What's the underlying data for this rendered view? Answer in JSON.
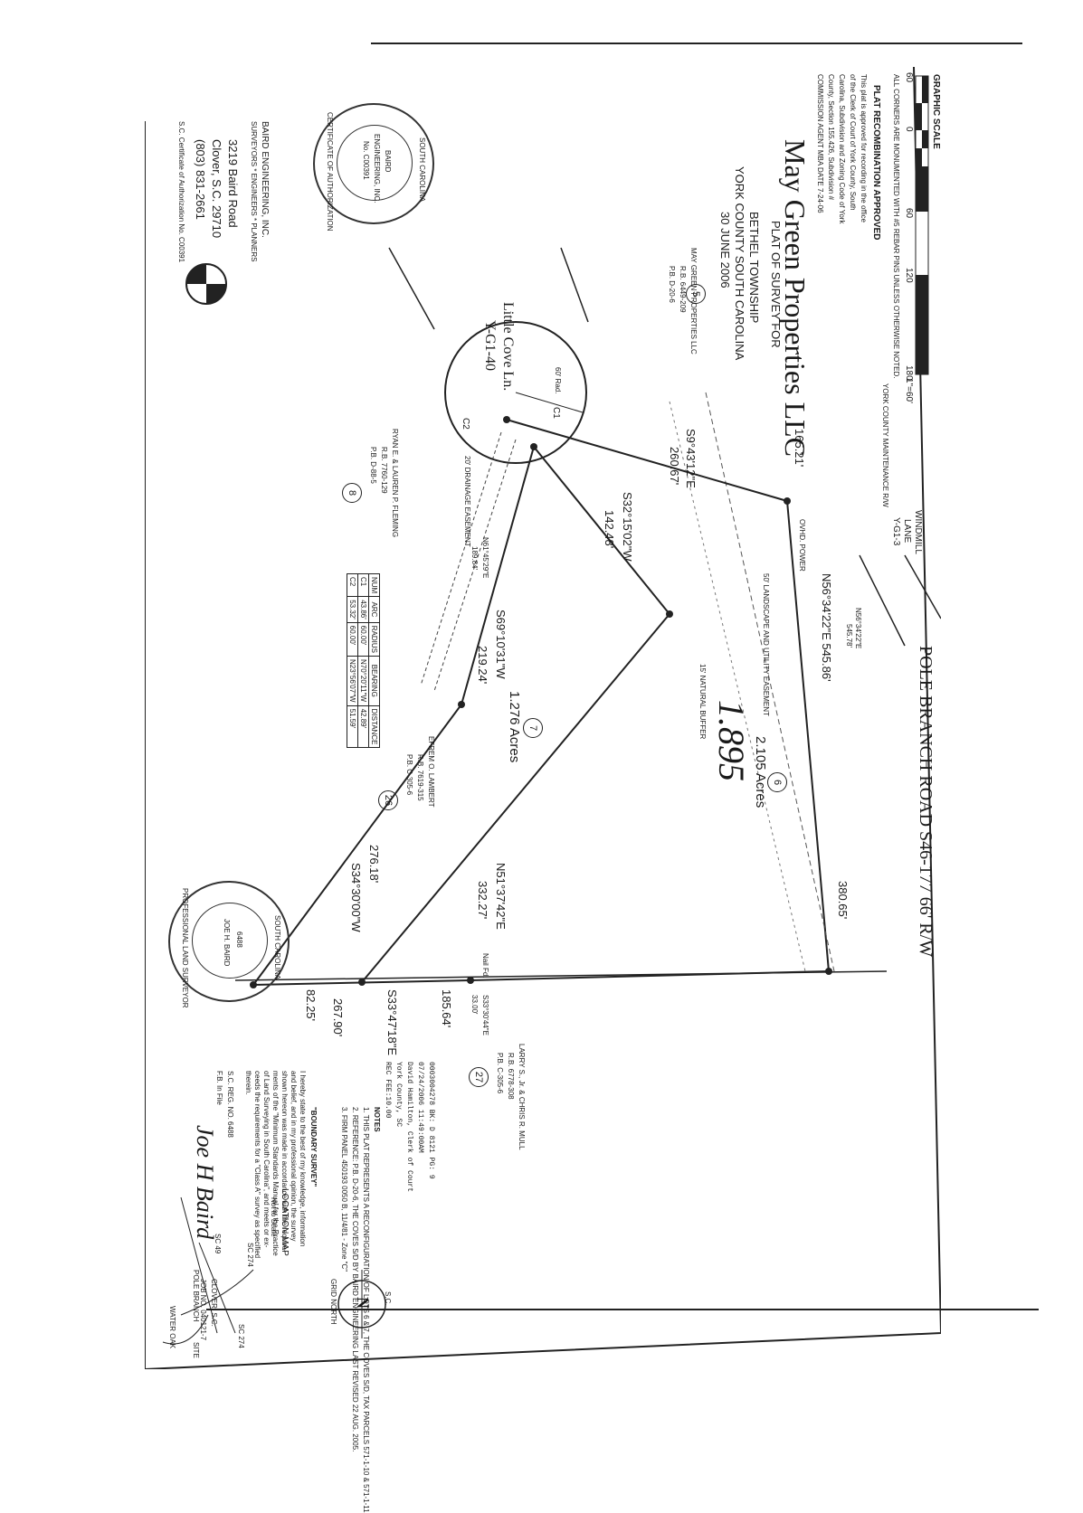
{
  "title": {
    "lead": "PLAT OF SURVEY FOR",
    "owner": "May Green Properties LLC",
    "township": "BETHEL TOWNSHIP",
    "county_state": "YORK COUNTY    SOUTH CAROLINA",
    "date": "30 JUNE 2006"
  },
  "graphic_scale": {
    "heading": "GRAPHIC SCALE",
    "ticks": [
      "60",
      "0",
      "60",
      "120",
      "180"
    ],
    "ratio": "1\"=60'"
  },
  "corners_note": "ALL CORNERS ARE MONUMENTED WITH #5 REBAR PINS UNLESS OTHERWISE NOTED.",
  "approval": {
    "heading": "PLAT RECOMBINATION APPROVED",
    "lines": [
      "This plat is approved for recording in the office",
      "of the Clerk of Court of York County, South",
      "Carolina, Subdivision and Zoning Code of York",
      "County, Section 155.426, Subdivision #",
      "COMMISSION AGENT   MBA   DATE 7-24-06"
    ]
  },
  "roads": {
    "pole_branch": "POLE BRANCH ROAD   S46-177   66' R/W",
    "windmill": [
      "WINDMILL",
      "LANE",
      "Y-G1-3"
    ],
    "york_maint": "YORK COUNTY MAINTENANCE R/W",
    "little_cove": [
      "Little Cove Ln.",
      "Y-G1-40"
    ],
    "cul_de_sac_radius": "60' Rad."
  },
  "easements": {
    "landscape": "50' LANDSCAPE AND UTILITY EASEMENT",
    "buffer": "15' NATURAL BUFFER",
    "ovhd": "OVHD. POWER",
    "drainage": "20' DRAINAGE EASEMENT"
  },
  "bearings": {
    "b1": "S9°43'12\"E",
    "b1_dist": "260.67'",
    "b2": "N56°34'22\"E  545.86'",
    "b2_small": "N56°34'22\"E",
    "b2_small_dist": "545.78'",
    "b2_seg": "165.21'",
    "b2_seg2": "380.65'",
    "b3": "S33°47'18\"E",
    "b3_dist": "267.90'",
    "b3_seg1": "185.64'",
    "b3_seg2": "82.25'",
    "b3_corner": "S33°30'44\"E",
    "b3_corner_dist": "33.00'",
    "nail": "Nail Fd.",
    "b4": "N51°37'42\"E",
    "b4_dist": "332.27'",
    "b5": "S32°15'02\"W",
    "b5_dist": "142.48'",
    "b6": "S34°30'00\"W",
    "b6_dist": "276.18'",
    "b7": "S69°10'31\"W",
    "b7_dist": "219.24'",
    "b8": "N61°45'29\"E",
    "b8_dist": "189.84'",
    "c1": "C1",
    "c2": "C2"
  },
  "lots": {
    "lot6_num": "6",
    "lot6_area": "2.105 Acres",
    "lot6_handwritten": "1.895",
    "lot7_num": "7",
    "lot7_area": "1.276 Acres",
    "lot5_num": "5"
  },
  "owners": {
    "may_green": [
      "MAY GREEN PROPERTIES LLC",
      "R.B. 6449-209",
      "P.B. D-20-6"
    ],
    "fleming": [
      "RYAN E. & LAUREN P. FLEMING",
      "R.B. 7760-129",
      "P.B. D-88-5"
    ],
    "fleming_num": "8",
    "lambert": [
      "EFREM O. LAMBERT",
      "R.B. 7619-315",
      "P.B. C-305-6"
    ],
    "lambert_num": "26",
    "mull": [
      "LARRY S., Jr. & CHRIS R. MULL",
      "R.B. 6778-308",
      "P.B. C-305-6"
    ],
    "mull_num": "27"
  },
  "curve_table": {
    "headers": [
      "NUM",
      "ARC",
      "RADIUS",
      "BEARING",
      "DISTANCE"
    ],
    "rows": [
      [
        "C1",
        "43.86'",
        "60.00'",
        "N70°20'11\"W",
        "42.89'"
      ],
      [
        "C2",
        "53.32'",
        "60.00'",
        "N23°56'07\"W",
        "51.59'"
      ]
    ]
  },
  "recording": [
    "0003004278  BK: D 8121  PG: 9",
    "07/24/2006 11:49:00AM",
    "David Hamilton, Clerk of Court",
    "York County, SC",
    "REC FEE:10.00"
  ],
  "notes": {
    "heading": "NOTES",
    "items": [
      "1. THIS PLAT REPRESENTS A RECONFIGURATION OF LOTS 6 & 7, THE COVES S/D, TAX PARCELS 571-1-10 & 571-1-11",
      "2. REFERENCE: P.B. D-20-6, THE COVES S/D BY BAIRD ENGINEERING LAST REVISED 22 AUG. 2005.",
      "3. FIRM PANEL 450193 0050 B, 11/4/81 - Zone \"C\""
    ]
  },
  "boundary": {
    "heading": "\"BOUNDARY SURVEY\"",
    "lines": [
      "I hereby state to the best of my knowledge, information",
      "and belief, and in my professional opinion, the survey",
      "shown hereon was made in accordance with the require-",
      "ments of the \"Minimum Standards Manual for the Practice",
      "of Land Surveying in South Carolina\", and meets or ex-",
      "ceeds the requirements for a \"Class A\" survey as specified",
      "therein."
    ],
    "reg": "S.C. REG. NO. 6488",
    "fb": "F.B. In File",
    "city": "CLOVER, S.C.",
    "job": "JOB NO. 040121-7"
  },
  "firm": {
    "name": "BAIRD ENGINEERING, INC.",
    "tag": "SURVEYORS * ENGINEERS * PLANNERS",
    "address": "3219 Baird Road",
    "city": "Clover, S.C.  29710",
    "phone": "(803) 831-2661",
    "cert": "S.C. Certificate of Authorization No. C00391"
  },
  "seal_firm": {
    "ring_top": "SOUTH CAROLINA",
    "ring_bottom": "CERTIFICATE OF AUTHORIZATION",
    "center1": "BAIRD",
    "center2": "ENGINEERING, INC.",
    "center3": "No. C00391"
  },
  "seal_surveyor": {
    "ring_top": "SOUTH CAROLINA",
    "ring_side": "PROFESSIONAL LAND SURVEYOR",
    "center_num": "6488",
    "center_name": "JOE H. BAIRD"
  },
  "location_map": {
    "heading": "LOCATION MAP",
    "sub": "Not to Scale",
    "labels": [
      "SC 274",
      "SC 49",
      "POLE BRANCH",
      "WATER OAK",
      "SITE",
      "SC 274"
    ]
  },
  "north": {
    "top": "S.C.",
    "letter": "N",
    "bottom": "GRID NORTH"
  },
  "signature": "Joe H Baird"
}
